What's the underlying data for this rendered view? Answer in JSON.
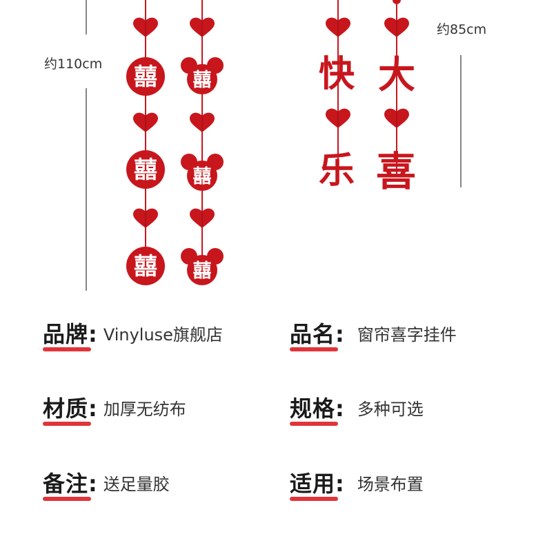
{
  "illustration": {
    "height_left": "约110cm",
    "height_right": "约85cm",
    "chars_col_a": [
      "快",
      "乐"
    ],
    "chars_col_b": [
      "大",
      "喜"
    ],
    "double_happiness": "囍",
    "colors": {
      "accent": "#c8161d",
      "felt": "#d4252b",
      "line": "#333333"
    }
  },
  "specs": [
    {
      "label": "品牌:",
      "value": "Vinyluse旗舰店"
    },
    {
      "label": "品名:",
      "value": "窗帘喜字挂件"
    },
    {
      "label": "材质:",
      "value": "加厚无纺布"
    },
    {
      "label": "规格:",
      "value": "多种可选"
    },
    {
      "label": "备注:",
      "value": "送足量胶"
    },
    {
      "label": "适用:",
      "value": "场景布置"
    }
  ],
  "colors": {
    "underline": "#e0343a",
    "label": "#1a1a1a",
    "value": "#333333"
  }
}
